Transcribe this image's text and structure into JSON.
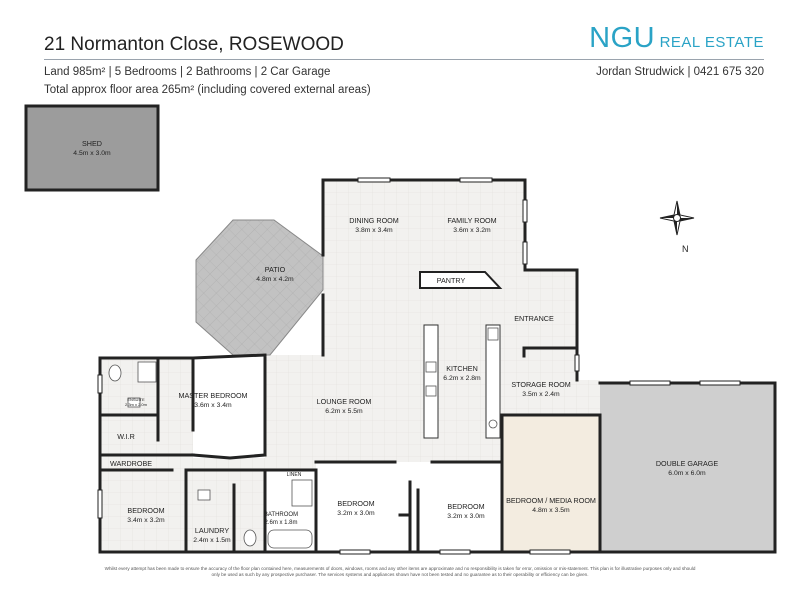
{
  "header": {
    "address": "21 Normanton Close, ROSEWOOD",
    "summary_line": "Land 985m² | 5 Bedrooms | 2 Bathrooms | 2 Car Garage",
    "area_line": "Total approx floor area 265m² (including covered external areas)"
  },
  "brand": {
    "primary": "NGU",
    "secondary": "REAL ESTATE",
    "color": "#2aa3c6"
  },
  "agent": {
    "contact": "Jordan Strudwick | 0421 675 320"
  },
  "compass": {
    "north": "N"
  },
  "colors": {
    "wall": "#222222",
    "floor": "#f2f1ef",
    "patio": "#c2c2c2",
    "shed": "#9c9c9c",
    "garage": "#cfcfcf",
    "media": "#f3ece0"
  },
  "rooms": {
    "shed": {
      "name": "SHED",
      "dims": "4.5m x 3.0m"
    },
    "dining": {
      "name": "DINING ROOM",
      "dims": "3.8m x 3.4m"
    },
    "family": {
      "name": "FAMILY ROOM",
      "dims": "3.6m x 3.2m"
    },
    "patio": {
      "name": "PATIO",
      "dims": "4.8m x 4.2m"
    },
    "pantry": {
      "name": "PANTRY"
    },
    "entrance": {
      "name": "ENTRANCE"
    },
    "kitchen": {
      "name": "KITCHEN",
      "dims": "6.2m x 2.8m"
    },
    "storage": {
      "name": "STORAGE ROOM",
      "dims": "3.5m x 2.4m"
    },
    "master": {
      "name": "MASTER BEDROOM",
      "dims": "3.6m x 3.4m"
    },
    "ensuite": {
      "name": "ENSUITE",
      "dims": "2.3m x 2.0m"
    },
    "wir": {
      "name": "W.I.R"
    },
    "lounge": {
      "name": "LOUNGE ROOM",
      "dims": "6.2m x 5.5m"
    },
    "garage": {
      "name": "DOUBLE GARAGE",
      "dims": "6.0m x 6.0m"
    },
    "wardrobe": {
      "name": "WARDROBE"
    },
    "linen": {
      "name": "LINEN"
    },
    "bed1": {
      "name": "BEDROOM",
      "dims": "3.4m x 3.2m"
    },
    "laundry": {
      "name": "LAUNDRY",
      "dims": "2.4m x 1.5m"
    },
    "bathroom": {
      "name": "BATHROOM",
      "dims": "2.6m x 1.8m"
    },
    "bed2": {
      "name": "BEDROOM",
      "dims": "3.2m x 3.0m"
    },
    "bed3": {
      "name": "BEDROOM",
      "dims": "3.2m x 3.0m"
    },
    "media": {
      "name": "BEDROOM / MEDIA ROOM",
      "dims": "4.8m x 3.5m"
    }
  },
  "footer": {
    "disclaimer": "Whilst every attempt has been made to ensure the accuracy of the floor plan contained here, measurements of doors, windows, rooms and any other items are approximate and no responsibility is taken for error, omission or mis-statement. This plan is for illustrative purposes only and should only be used as such by any prospective purchaser. The services systems and appliances shown have not been tested and no guarantee as to their operability or efficiency can be given."
  }
}
